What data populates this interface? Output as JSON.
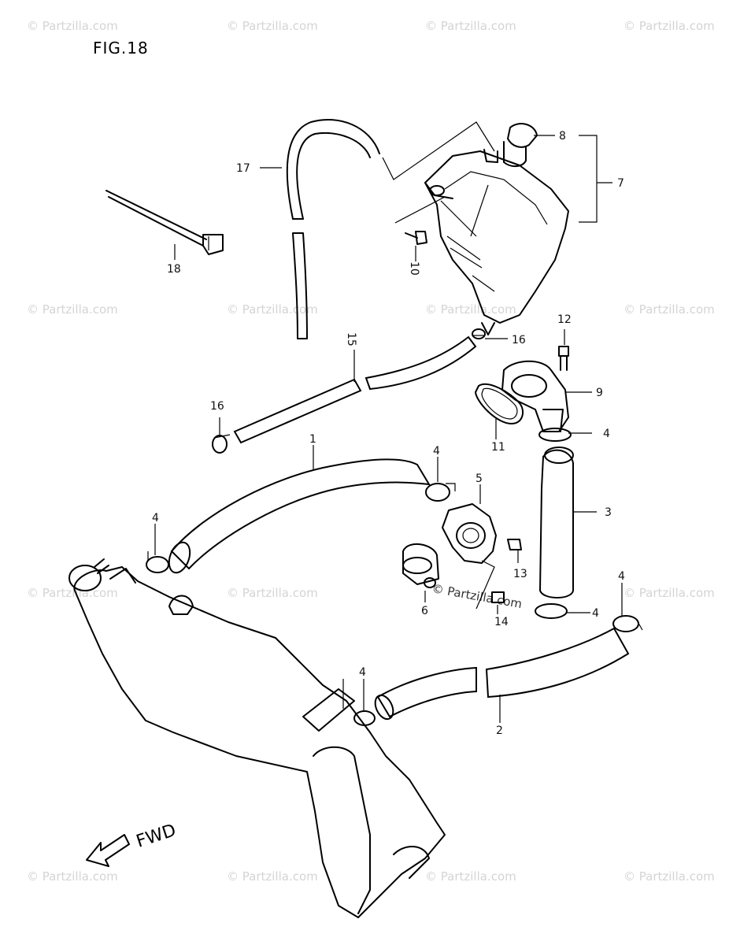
{
  "figure": {
    "title": "FIG.18"
  },
  "direction": {
    "label": "FWD"
  },
  "watermark": {
    "text": "© Partzilla.com",
    "center_text": "© Partzilla.com"
  },
  "parts": [
    {
      "id": "p1",
      "label": "1"
    },
    {
      "id": "p2",
      "label": "2"
    },
    {
      "id": "p3",
      "label": "3"
    },
    {
      "id": "p4a",
      "label": "4"
    },
    {
      "id": "p4b",
      "label": "4"
    },
    {
      "id": "p4c",
      "label": "4"
    },
    {
      "id": "p4d",
      "label": "4"
    },
    {
      "id": "p4e",
      "label": "4"
    },
    {
      "id": "p4f",
      "label": "4"
    },
    {
      "id": "p5",
      "label": "5"
    },
    {
      "id": "p6",
      "label": "6"
    },
    {
      "id": "p7",
      "label": "7"
    },
    {
      "id": "p8",
      "label": "8"
    },
    {
      "id": "p9",
      "label": "9"
    },
    {
      "id": "p10",
      "label": "10"
    },
    {
      "id": "p11",
      "label": "11"
    },
    {
      "id": "p12",
      "label": "12"
    },
    {
      "id": "p13",
      "label": "13"
    },
    {
      "id": "p14",
      "label": "14"
    },
    {
      "id": "p15",
      "label": "15"
    },
    {
      "id": "p16a",
      "label": "16"
    },
    {
      "id": "p16b",
      "label": "16"
    },
    {
      "id": "p17",
      "label": "17"
    },
    {
      "id": "p18",
      "label": "18"
    }
  ]
}
